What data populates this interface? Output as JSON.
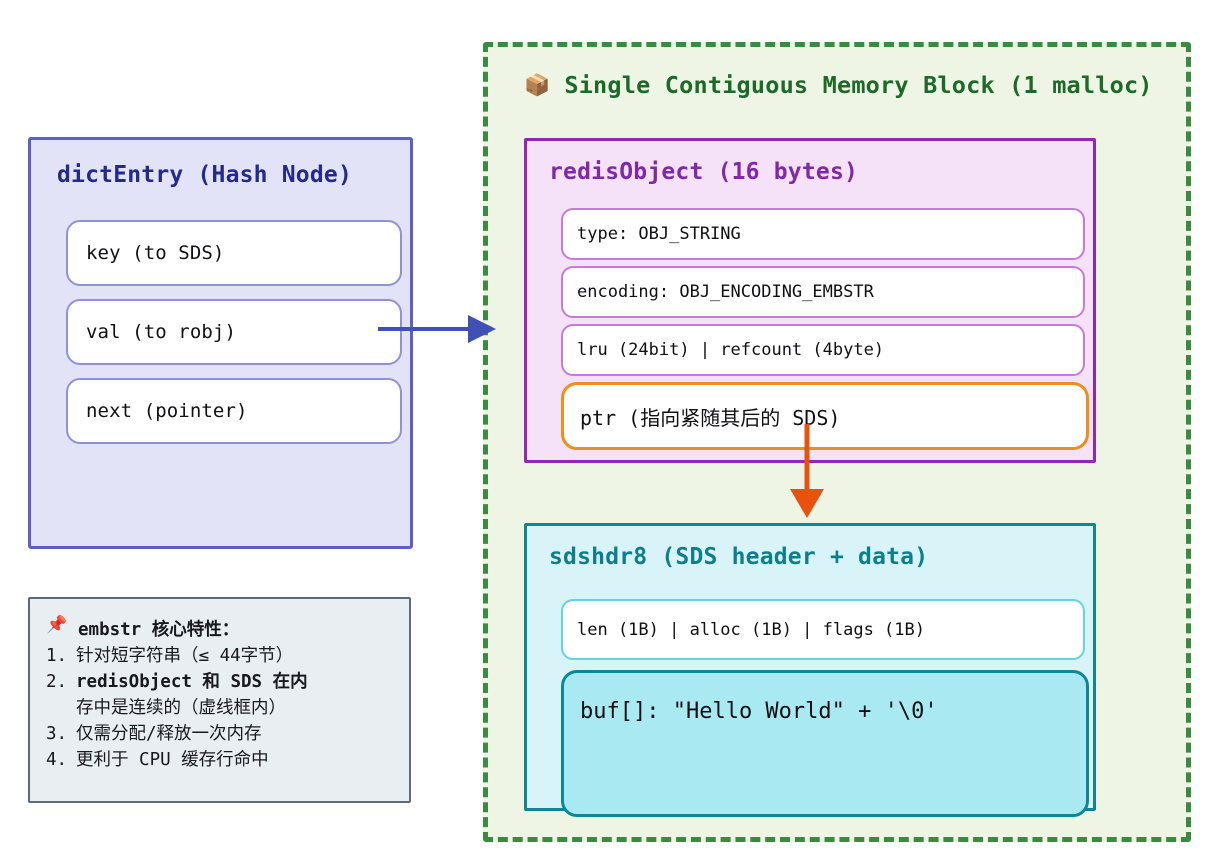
{
  "diagram": {
    "title": "Redis embstr memory layout",
    "colors": {
      "dict_border": "#5c5fc4",
      "dict_fill": "#e2e3f6",
      "dict_title": "#23298f",
      "mem_border": "#3a8a3f",
      "mem_fill": "#eef5e4",
      "mem_title": "#1d6a28",
      "robj_border": "#9127b8",
      "robj_fill": "#f5e2f8",
      "robj_title": "#7f28a8",
      "ptr_border": "#ef8f1b",
      "sds_border": "#0e8795",
      "sds_fill": "#d9f4f8",
      "sds_title": "#0d7f8c",
      "buf_fill": "#a9e9f1",
      "arrow_blue": "#3f51b5",
      "arrow_orange": "#e8510e",
      "notes_fill": "#e9eef2",
      "notes_border": "#5b6b7c"
    }
  },
  "dict_entry": {
    "title": "dictEntry (Hash Node)",
    "fields": [
      {
        "label": "key (to SDS)"
      },
      {
        "label": "val (to robj)"
      },
      {
        "label": "next (pointer)"
      }
    ]
  },
  "memory_block": {
    "icon": "package-box-icon",
    "icon_glyph": "📦",
    "title": "Single Contiguous Memory Block (1 malloc)"
  },
  "redis_object": {
    "title": "redisObject (16 bytes)",
    "fields": [
      {
        "label": "type: OBJ_STRING",
        "highlight": false
      },
      {
        "label": "encoding: OBJ_ENCODING_EMBSTR",
        "highlight": false
      },
      {
        "label": "lru (24bit) | refcount (4byte)",
        "highlight": false
      },
      {
        "label": "ptr (指向紧随其后的 SDS)",
        "highlight": true
      }
    ]
  },
  "sds_block": {
    "title": "sdshdr8 (SDS header + data)",
    "header_field": "len (1B) | alloc (1B) | flags (1B)",
    "buf_field": "buf[]: \"Hello World\" + '\\0'"
  },
  "notes": {
    "icon": "pushpin-icon",
    "icon_glyph": "📌",
    "heading": "embstr 核心特性：",
    "items": [
      {
        "marker": "1.",
        "text": "针对短字符串（≤ 44字节）",
        "cont": ""
      },
      {
        "marker": "2.",
        "text": "redisObject 和 SDS 在内",
        "cont": "存中是连续的（虚线框内）"
      },
      {
        "marker": "3.",
        "text": "仅需分配/释放一次内存",
        "cont": ""
      },
      {
        "marker": "4.",
        "text": "更利于 CPU 缓存行命中",
        "cont": ""
      }
    ]
  },
  "connections": [
    {
      "name": "val-to-redisobject",
      "from": "dict_entry.val",
      "to": "memory_block",
      "color": "#3f51b5",
      "direction": "right"
    },
    {
      "name": "ptr-to-sds",
      "from": "redis_object.ptr",
      "to": "sds_block",
      "color": "#e8510e",
      "direction": "down"
    }
  ]
}
